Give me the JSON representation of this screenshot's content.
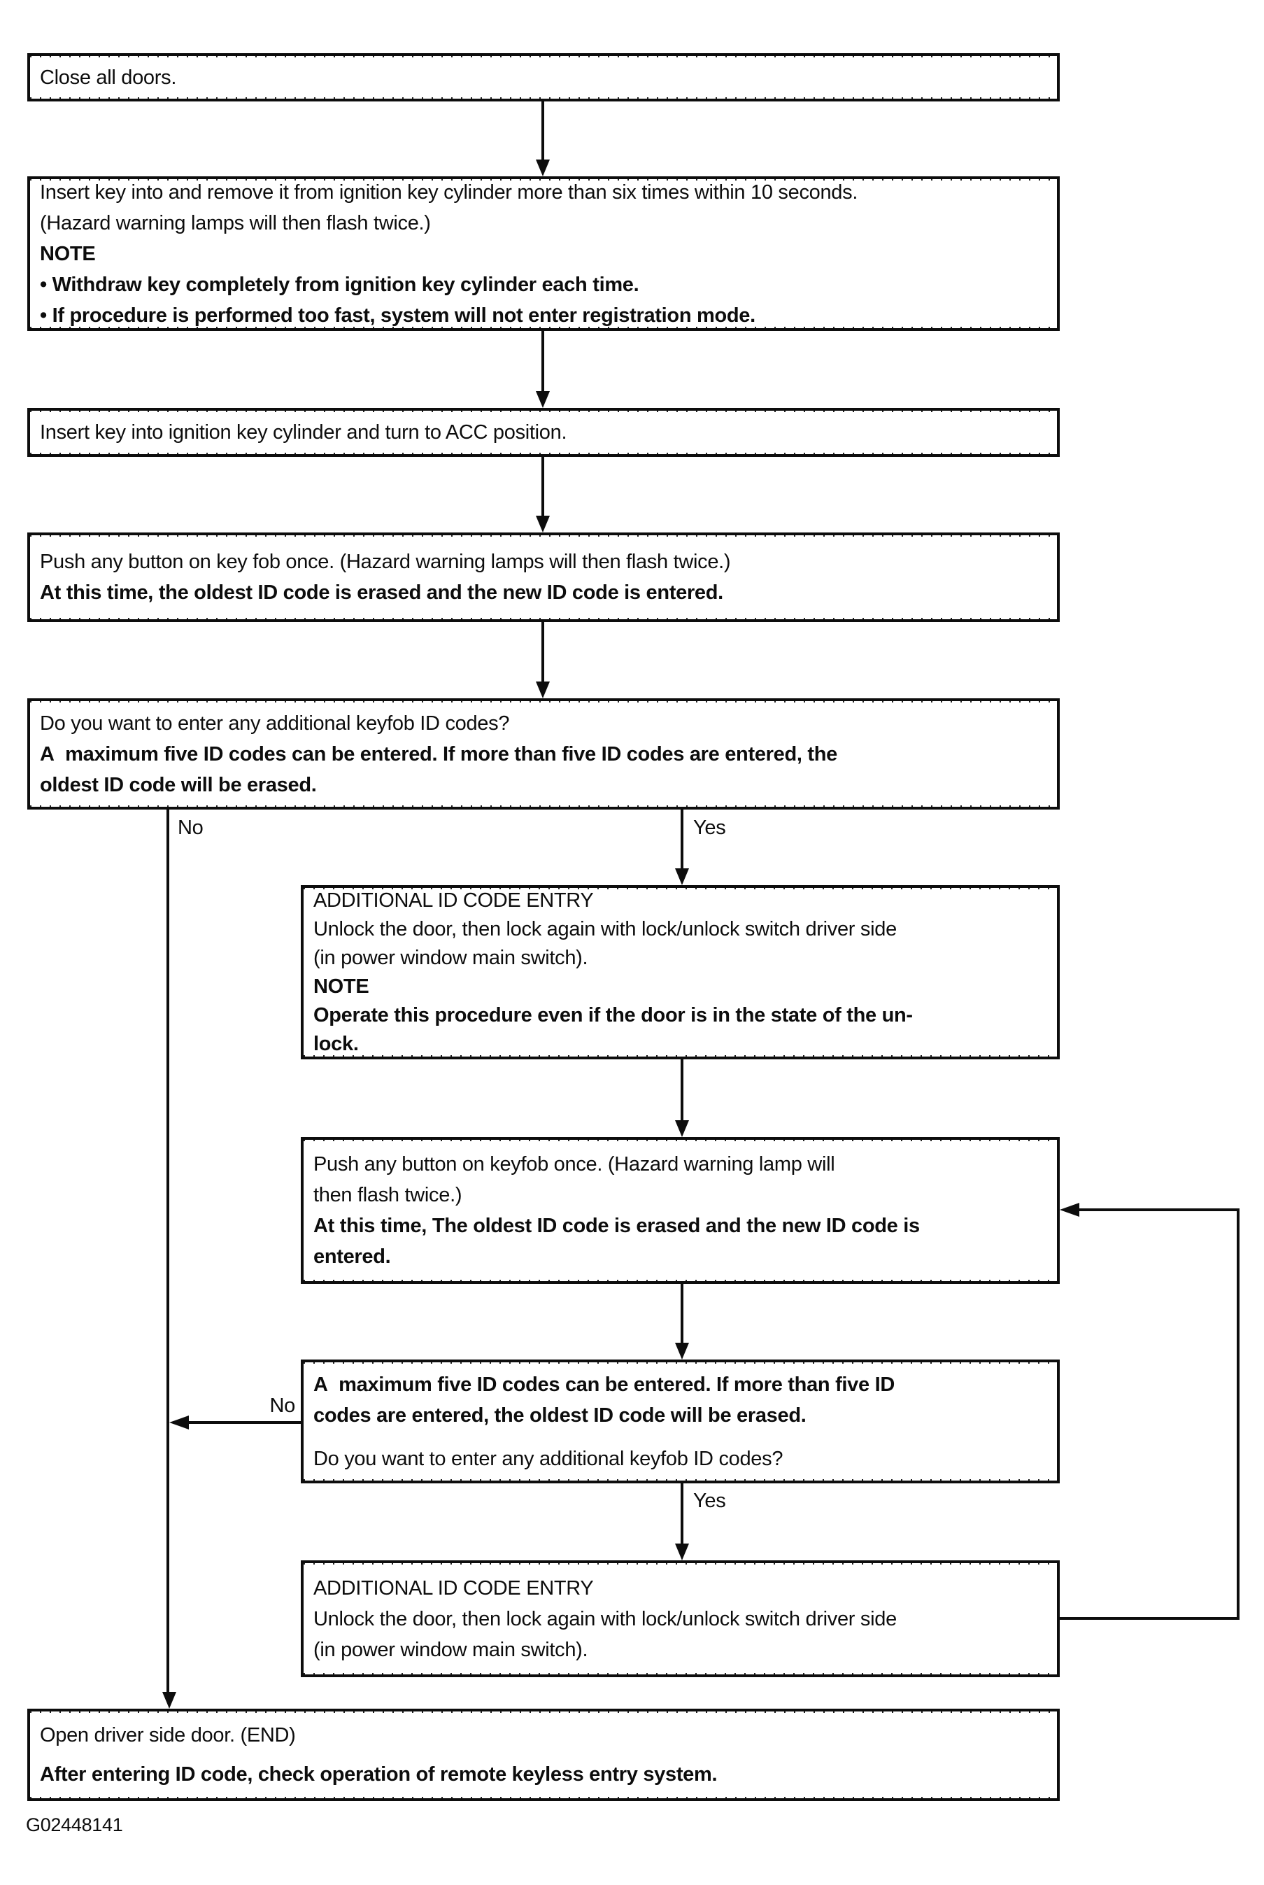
{
  "diagram": {
    "figure_id": "G02448141",
    "branch_labels": {
      "no": "No",
      "yes": "Yes"
    },
    "boxes": {
      "close_doors": {
        "lines": [
          "Close all doors."
        ]
      },
      "insert_remove_key": {
        "lines": [
          "Insert key into and remove it from ignition key cylinder more than six times within 10 seconds.",
          "(Hazard warning lamps will then flash twice.)",
          "NOTE",
          "• Withdraw key completely from ignition key cylinder each time.",
          "• If procedure is performed too fast, system will not enter registration mode."
        ]
      },
      "turn_acc": {
        "lines": [
          "Insert key into ignition key cylinder and turn to ACC position."
        ]
      },
      "push_keyfob_first": {
        "lines": [
          "Push any button on key fob once. (Hazard warning lamps will then flash twice.)",
          "At this time, the oldest ID code is erased and the new ID code is entered."
        ]
      },
      "decision_first": {
        "lines": [
          "Do you want to enter any additional keyfob ID codes?",
          "A  maximum five ID codes can be entered. If more than five ID codes are entered, the",
          "oldest ID code will be erased."
        ]
      },
      "additional_entry_first": {
        "lines": [
          "ADDITIONAL ID CODE ENTRY",
          "Unlock the door, then lock again with lock/unlock switch driver side",
          "(in power window main switch).",
          "NOTE",
          "Operate this procedure even if the door is in the state of the un-",
          "lock."
        ]
      },
      "push_keyfob_second": {
        "lines": [
          "Push any button on keyfob once. (Hazard warning lamp will",
          "then flash twice.)",
          "At this time, The oldest ID code is erased and the new ID code is",
          "entered."
        ]
      },
      "decision_second": {
        "lines": [
          "A  maximum five ID codes can be entered. If more than five ID",
          "codes are entered, the oldest ID code will be erased.",
          "Do you want to enter any additional keyfob ID codes?"
        ]
      },
      "additional_entry_second": {
        "lines": [
          "ADDITIONAL ID CODE ENTRY",
          "Unlock the door, then lock again with lock/unlock switch driver side",
          "(in power window main switch)."
        ]
      },
      "open_door_end": {
        "lines": [
          "Open driver side door. (END)",
          "After entering ID code, check operation of remote keyless entry system."
        ]
      }
    }
  }
}
